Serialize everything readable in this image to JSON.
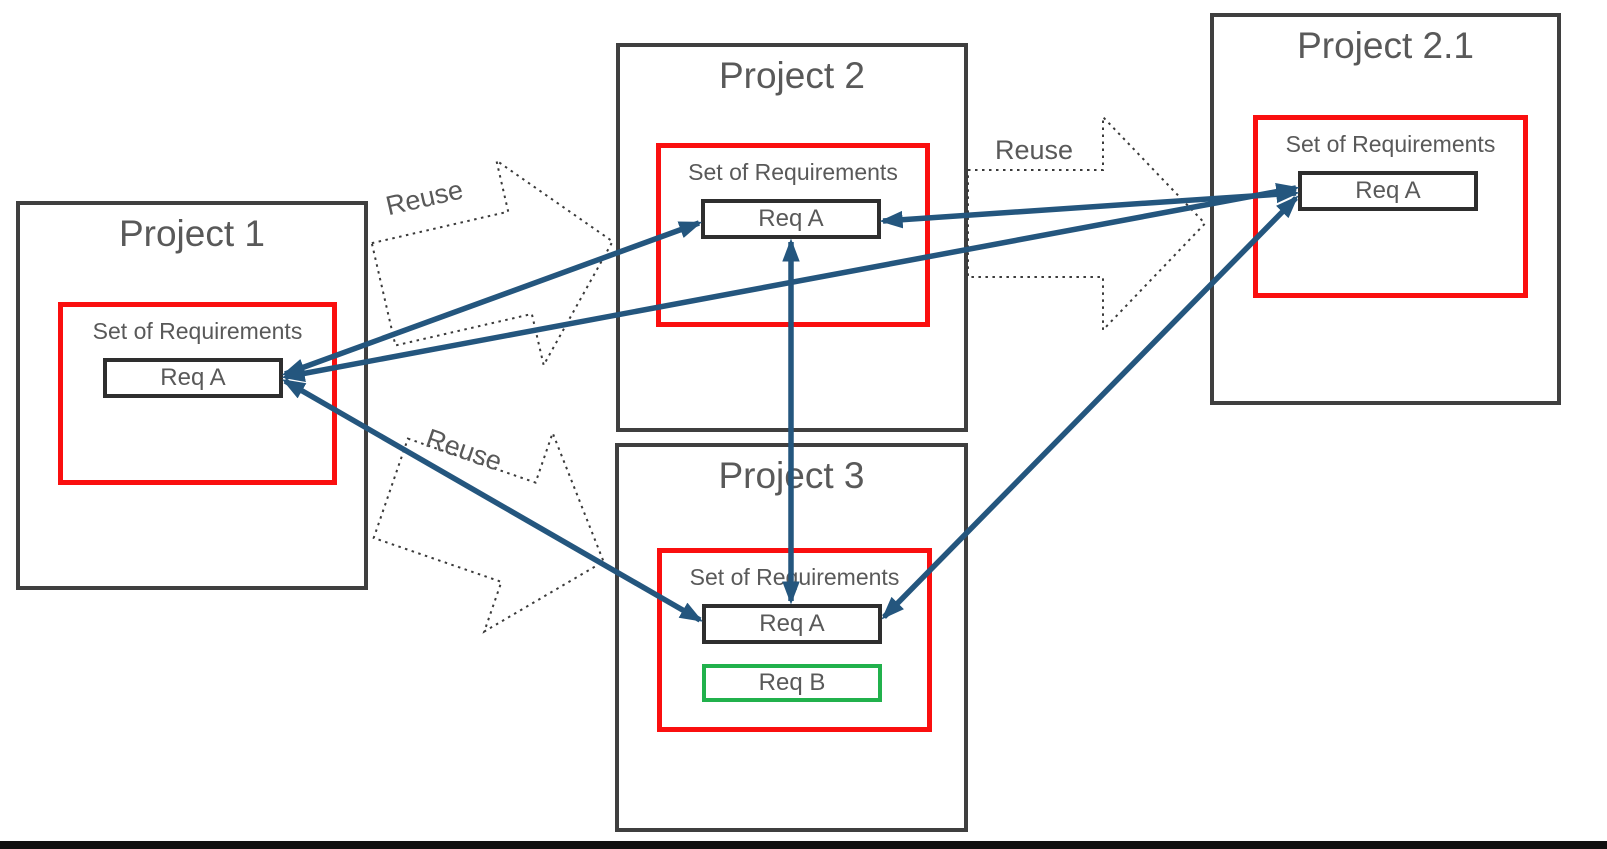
{
  "diagram": {
    "projects": [
      {
        "title": "Project 1",
        "set_label": "Set of Requirements",
        "requirements": [
          {
            "label": "Req A",
            "type": "reused"
          }
        ]
      },
      {
        "title": "Project 2",
        "set_label": "Set of Requirements",
        "requirements": [
          {
            "label": "Req A",
            "type": "reused"
          }
        ]
      },
      {
        "title": "Project 2.1",
        "set_label": "Set of Requirements",
        "requirements": [
          {
            "label": "Req A",
            "type": "reused"
          }
        ]
      },
      {
        "title": "Project 3",
        "set_label": "Set of Requirements",
        "requirements": [
          {
            "label": "Req A",
            "type": "reused"
          },
          {
            "label": "Req B",
            "type": "new"
          }
        ]
      }
    ],
    "reuse_arrows": [
      {
        "label": "Reuse",
        "from": "Project 1",
        "to": "Project 2"
      },
      {
        "label": "Reuse",
        "from": "Project 2",
        "to": "Project 2.1"
      },
      {
        "label": "Reuse",
        "from": "Project 1",
        "to": "Project 3"
      }
    ],
    "trace_links": [
      {
        "from": "Project 1 Req A",
        "to": "Project 2 Req A",
        "bidirectional": true
      },
      {
        "from": "Project 1 Req A",
        "to": "Project 2.1 Req A",
        "bidirectional": true
      },
      {
        "from": "Project 1 Req A",
        "to": "Project 3 Req A",
        "bidirectional": true
      },
      {
        "from": "Project 2 Req A",
        "to": "Project 2.1 Req A",
        "bidirectional": true
      },
      {
        "from": "Project 2 Req A",
        "to": "Project 3 Req A",
        "bidirectional": true
      },
      {
        "from": "Project 2.1 Req A",
        "to": "Project 3 Req A",
        "bidirectional": true
      }
    ]
  },
  "colors": {
    "project_border": "#3f3f3f",
    "set_border": "#fa0f0f",
    "req_border": "#2e2e2e",
    "new_req_border": "#21b14c",
    "trace_link": "#24567e",
    "label_text": "#595959",
    "reuse_outline": "#3a3a3a",
    "bottom_bar": "#101010"
  }
}
